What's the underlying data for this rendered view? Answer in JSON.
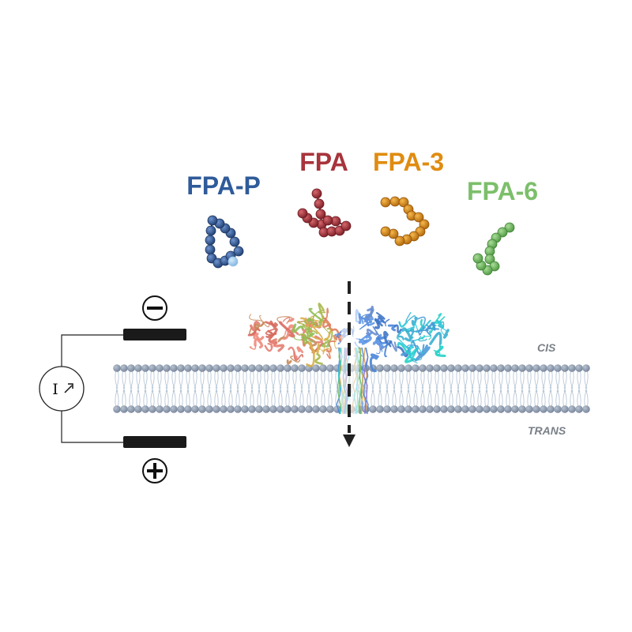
{
  "peptides": [
    {
      "label": "FPA-P",
      "color": "#2f5b9a"
    },
    {
      "label": "FPA",
      "color": "#a8343c"
    },
    {
      "label": "FPA-3",
      "color": "#e08c10"
    },
    {
      "label": "FPA-6",
      "color": "#7cbf6a"
    }
  ],
  "accents": {
    "phospho_bead": "#9fc9ee",
    "lipid_head": "#8e9aab",
    "lipid_tail": "#b9c8d8"
  },
  "circuit": {
    "meter_symbol": "I",
    "negative_sign": "−",
    "positive_sign": "+"
  },
  "membrane": {
    "cis_label": "CIS",
    "trans_label": "TRANS"
  },
  "icons": {
    "current_arrow": "arrow-northeast-icon",
    "translocation_arrow": "arrow-down-icon"
  }
}
